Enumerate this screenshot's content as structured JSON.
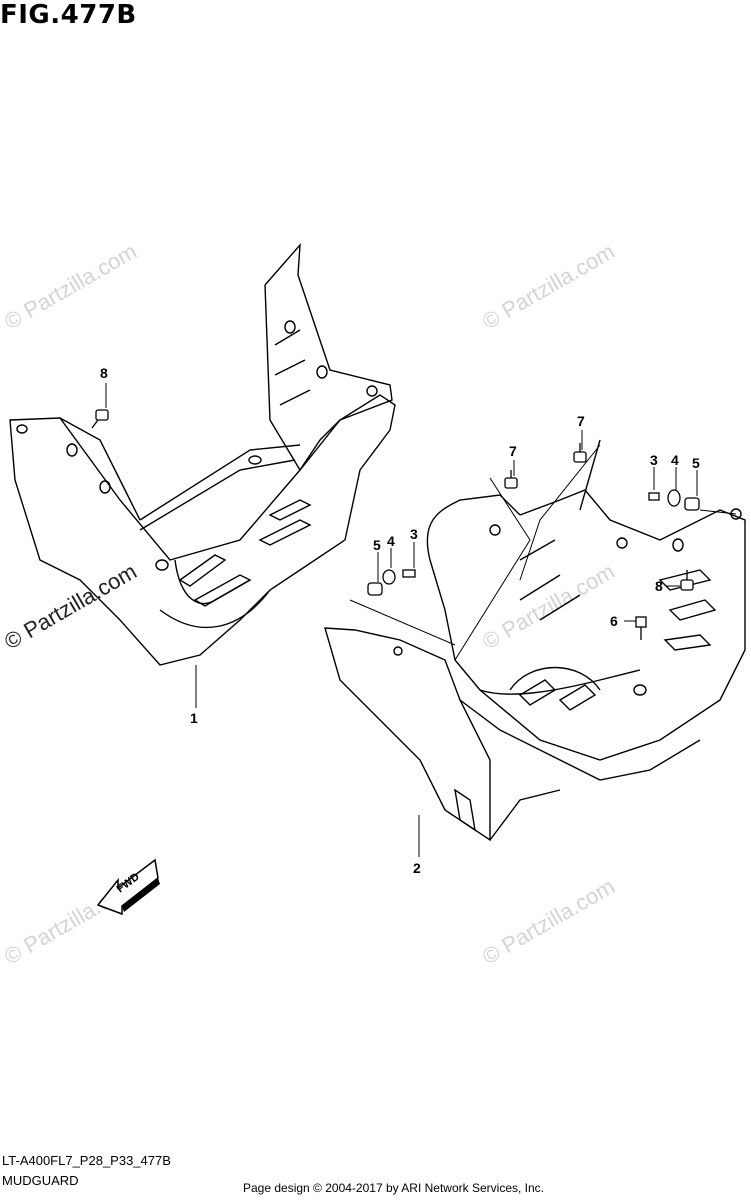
{
  "figure": {
    "title": "FIG.477B"
  },
  "callouts": {
    "c1": "1",
    "c2": "2",
    "c3a": "3",
    "c4a": "4",
    "c5a": "5",
    "c3b": "3",
    "c4b": "4",
    "c5b": "5",
    "c6": "6",
    "c7a": "7",
    "c7b": "7",
    "c8a": "8",
    "c8b": "8"
  },
  "fwd_label": "FWD",
  "watermark": "© Partzilla.com",
  "footer": {
    "model_code": "LT-A400FL7_P28_P33_477B",
    "section_name": "MUDGUARD",
    "copyright": "Page design © 2004-2017 by ARI Network Services, Inc."
  }
}
